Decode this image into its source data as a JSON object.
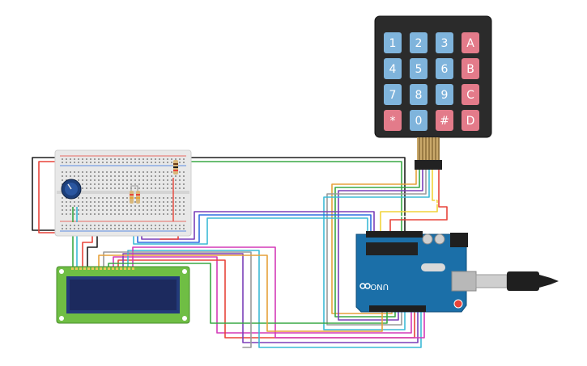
{
  "keypad": {
    "keys": [
      [
        "1",
        "2",
        "3",
        "A"
      ],
      [
        "4",
        "5",
        "6",
        "B"
      ],
      [
        "7",
        "8",
        "9",
        "C"
      ],
      [
        "*",
        "0",
        "#",
        "D"
      ]
    ],
    "colors": {
      "body": "#2b2b2b",
      "digit_key": "#7fb4dc",
      "letter_key": "#e37b8a"
    }
  },
  "arduino": {
    "logo_text": "UNO",
    "board_color": "#1b6fa8"
  },
  "lcd": {
    "board_color": "#6fbe44",
    "screen_color": "#1c2a5e"
  },
  "breadboard": {
    "color": "#e8e8e8"
  },
  "potentiometer": {
    "color": "#1d3f7a"
  },
  "wire_colors": [
    "#e8443a",
    "#3aa845",
    "#7b3fb8",
    "#e6a13a",
    "#2f6ee0",
    "#d33ab8",
    "#3cbad6",
    "#9a9a9a",
    "#1f1f1f",
    "#f1d33a",
    "#6b3a1b"
  ]
}
